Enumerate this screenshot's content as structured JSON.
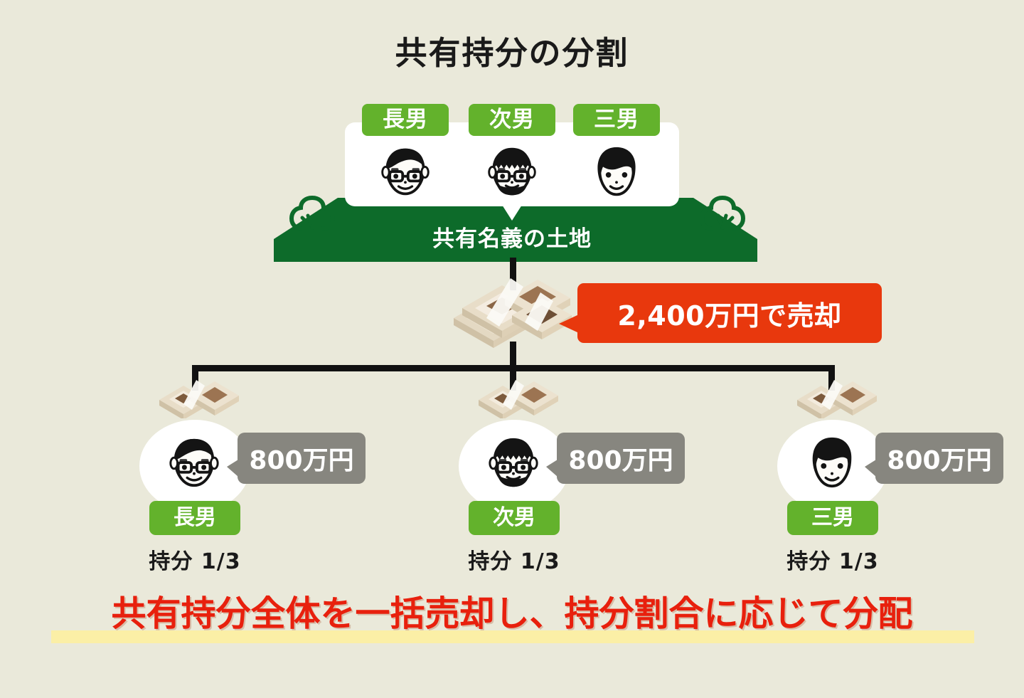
{
  "title": "共有持分の分割",
  "top_card": {
    "members": [
      {
        "label": "長男",
        "face": "man-glasses-short-hair"
      },
      {
        "label": "次男",
        "face": "man-glasses-beard"
      },
      {
        "label": "三男",
        "face": "man-long-hair"
      }
    ]
  },
  "land": {
    "label": "共有名義の土地",
    "color": "#0d6b2a",
    "tree_left": "tree-icon",
    "tree_right": "tree-icon"
  },
  "sale": {
    "money_icon": "money-bundle-stack-icon",
    "banner_text": "2,400万円で売却",
    "banner_color": "#e8380d"
  },
  "heirs": [
    {
      "money_icon": "money-bundle-icon",
      "face": "man-glasses-short-hair",
      "amount": "800万円",
      "label": "長男",
      "share": "持分 1/3"
    },
    {
      "money_icon": "money-bundle-icon",
      "face": "man-glasses-beard",
      "amount": "800万円",
      "label": "次男",
      "share": "持分 1/3"
    },
    {
      "money_icon": "money-bundle-icon",
      "face": "man-long-hair",
      "amount": "800万円",
      "label": "三男",
      "share": "持分 1/3"
    }
  ],
  "conclusion": "共有持分全体を一括売却し、持分割合に応じて分配",
  "colors": {
    "background": "#eae9da",
    "green": "#63b22c",
    "dark_green": "#0d6b2a",
    "red": "#e8200d",
    "banner_red": "#e8380d",
    "gray_bubble": "#87867f",
    "highlight_yellow": "#fbefa6"
  }
}
